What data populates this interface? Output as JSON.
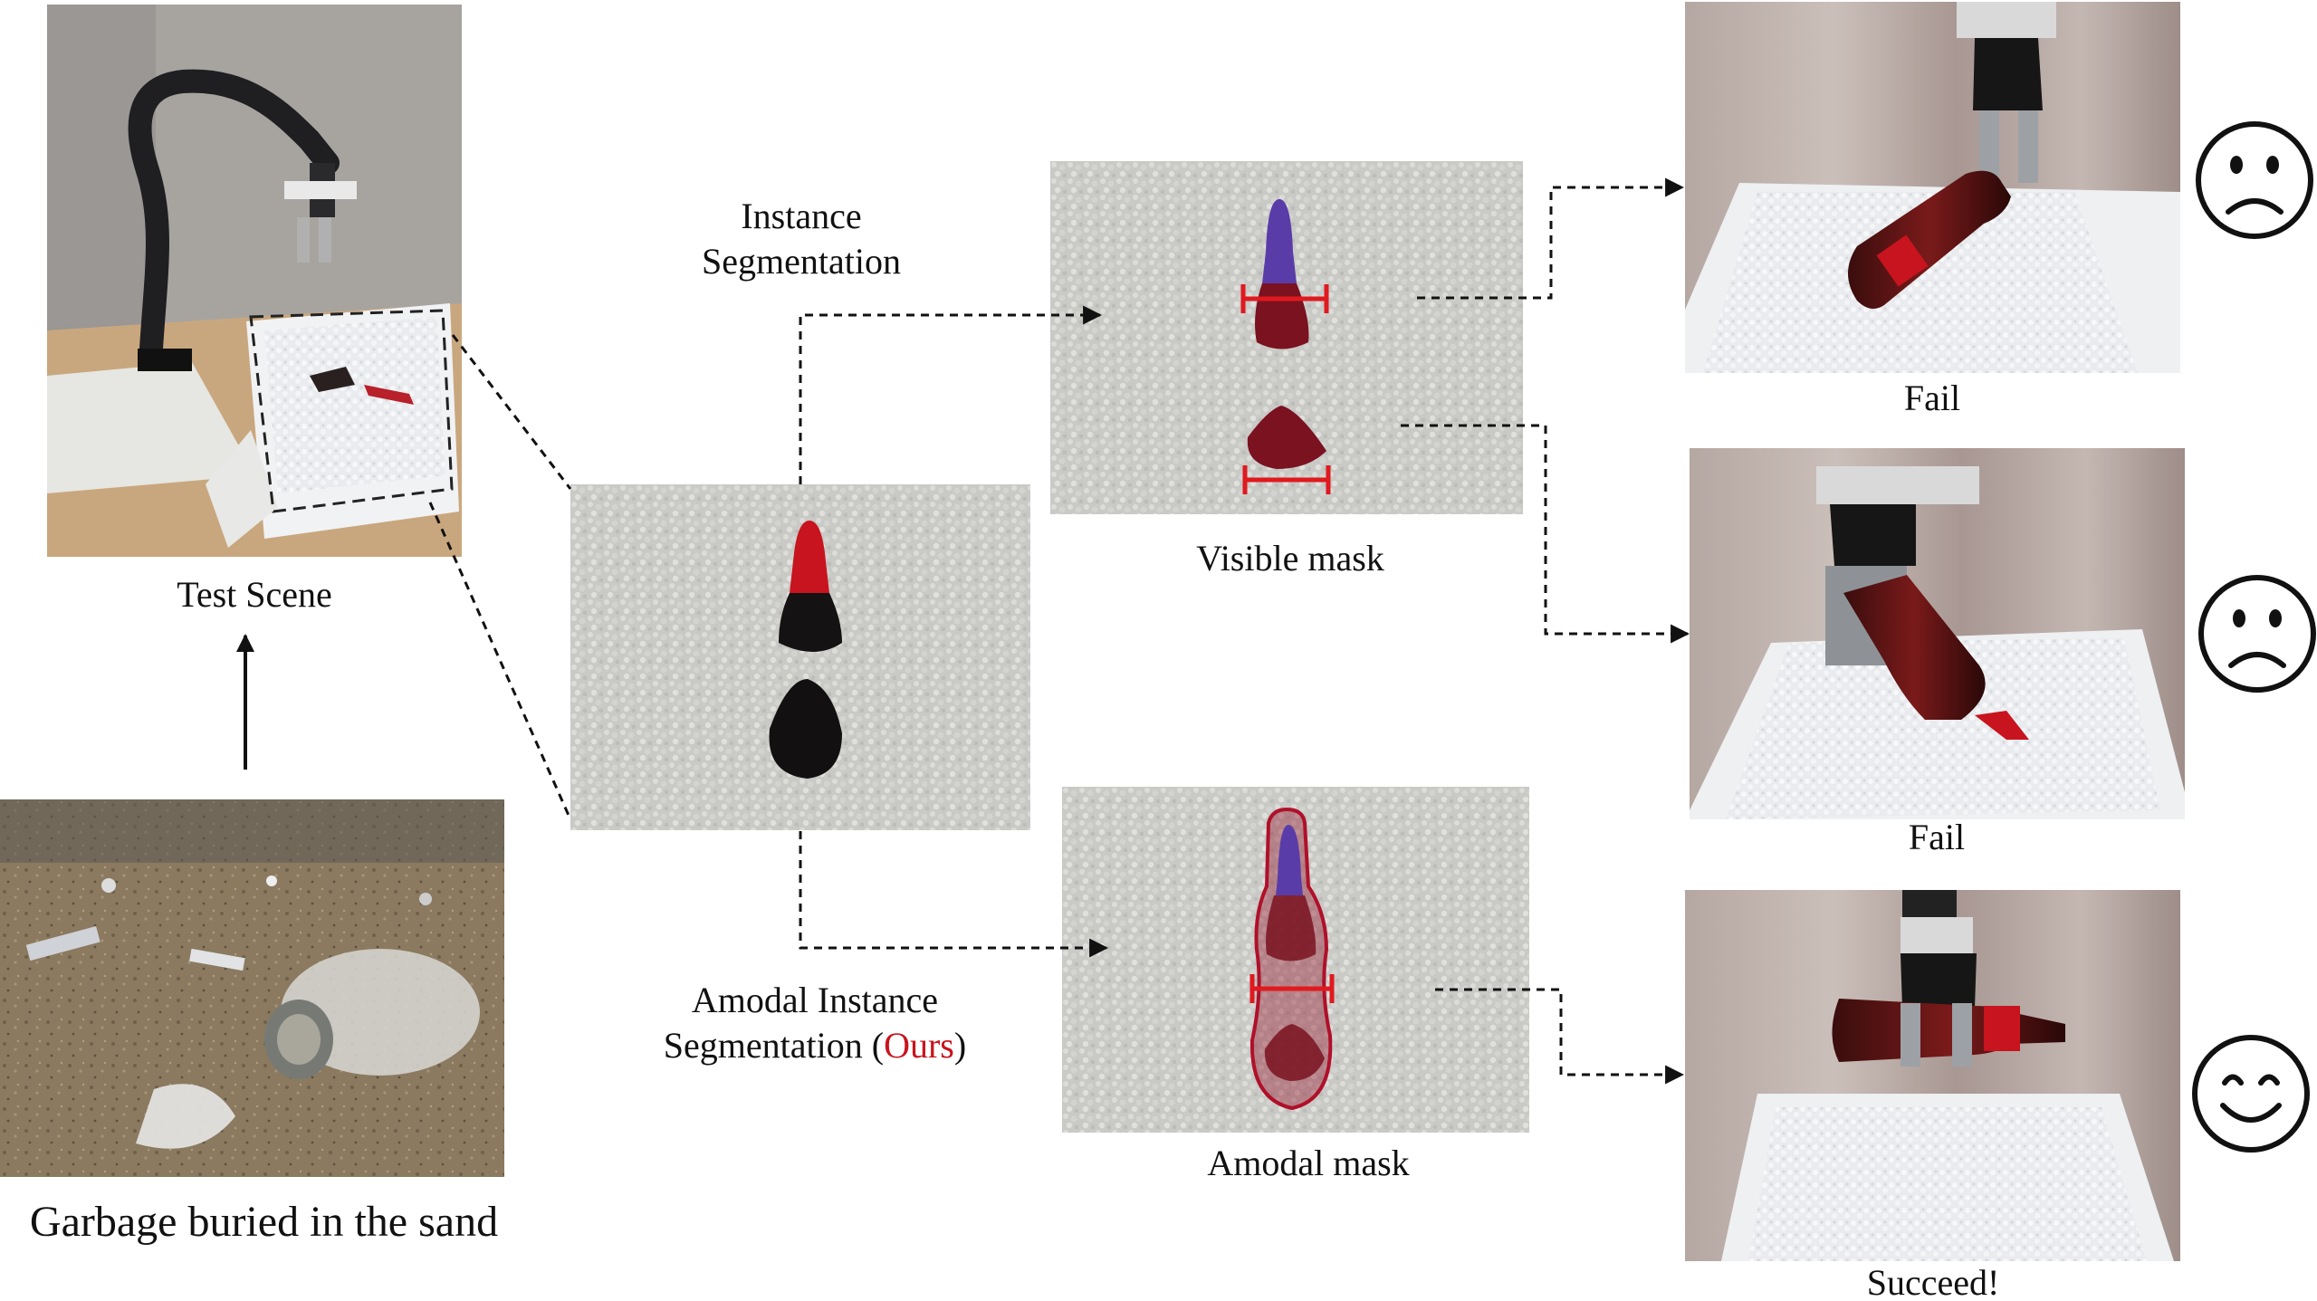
{
  "labels": {
    "test_scene": "Test Scene",
    "garbage": "Garbage buried in the sand",
    "instance_seg_line1": "Instance",
    "instance_seg_line2": "Segmentation",
    "visible_mask": "Visible mask",
    "amodal_seg_line1": "Amodal Instance",
    "amodal_seg_line2_prefix": "Segmentation (",
    "amodal_seg_ours": "Ours",
    "amodal_seg_line2_suffix": ")",
    "amodal_mask": "Amodal mask",
    "result_1": "Fail",
    "result_2": "Fail",
    "result_3": "Succeed!"
  },
  "images": {
    "test_scene": "photo of robot arm above sand box",
    "garbage": "photo of glass bottle buried in beach sand",
    "input": "top-down sand image with partially buried bottle",
    "visible_mask": "visible mask overlay on bottle",
    "amodal_mask": "amodal mask overlay on bottle",
    "grasp_1": "gripper grasping bottle at neck",
    "grasp_2": "gripper grasping bottle at top part",
    "grasp_3": "gripper grasping bottle at middle"
  },
  "faces": [
    {
      "name": "sad-face-icon",
      "mood": "sad"
    },
    {
      "name": "sad-face-icon",
      "mood": "sad"
    },
    {
      "name": "happy-face-icon",
      "mood": "happy"
    }
  ],
  "colors": {
    "mask_red": "#c8141e",
    "mask_blue": "#5a3ca8",
    "ours_red": "#c8141e",
    "line": "#111111"
  }
}
